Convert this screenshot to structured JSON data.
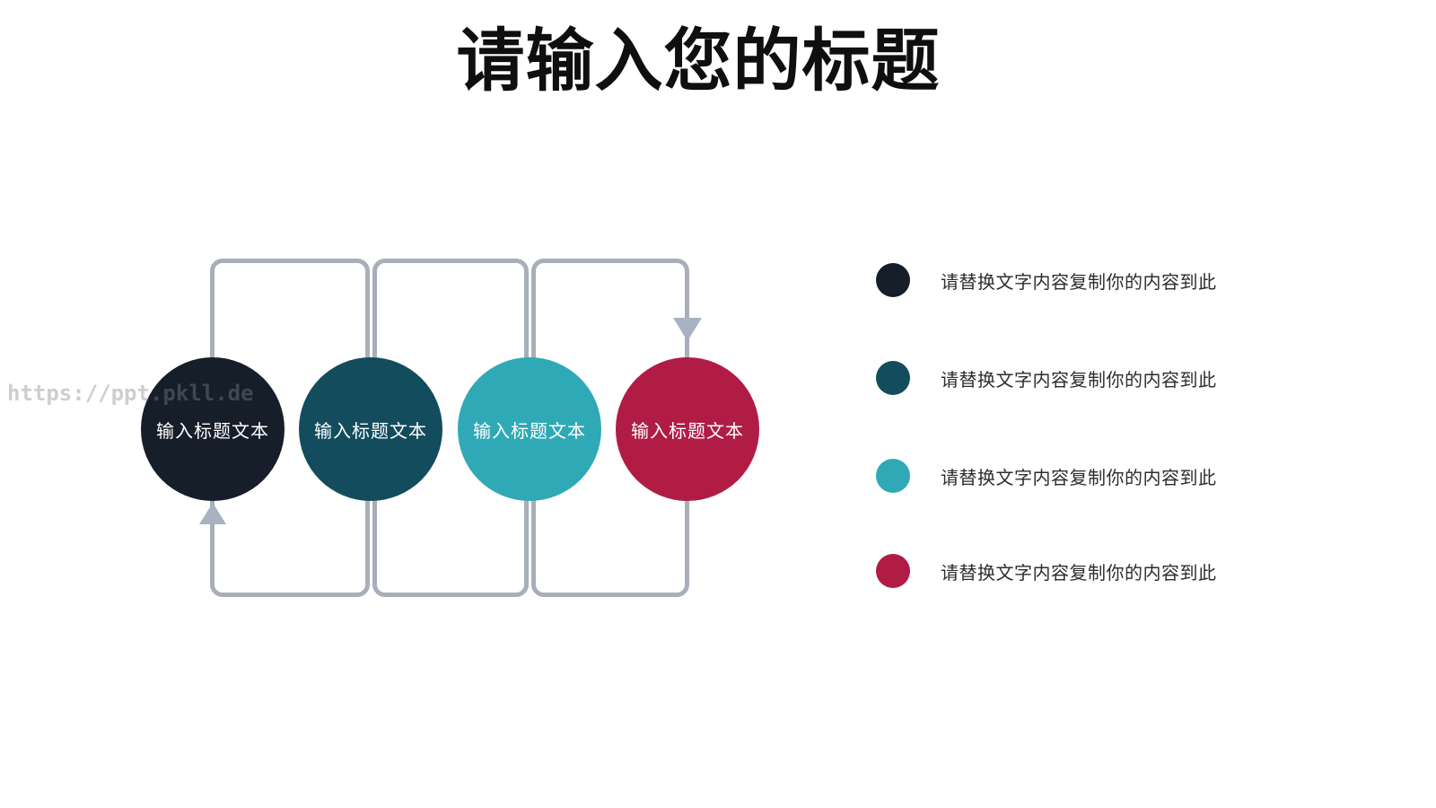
{
  "title": "请输入您的标题",
  "watermark": "https://ppt.pkll.de",
  "colors": {
    "step_dark_navy": "#161e2a",
    "step_dark_teal": "#134d5d",
    "step_teal": "#30a9b6",
    "step_crimson": "#b11c45",
    "connector_gray": "#a8afba",
    "title_color": "#0f0f0f",
    "legend_text_color": "#2d2d2d"
  },
  "steps": [
    {
      "label": "输入标题文本",
      "color": "#161e2a"
    },
    {
      "label": "输入标题文本",
      "color": "#134d5d"
    },
    {
      "label": "输入标题文本",
      "color": "#30a9b6"
    },
    {
      "label": "输入标题文本",
      "color": "#b11c45"
    }
  ],
  "legend": [
    {
      "text": "请替换文字内容复制你的内容到此",
      "color": "#161e2a"
    },
    {
      "text": "请替换文字内容复制你的内容到此",
      "color": "#134d5d"
    },
    {
      "text": "请替换文字内容复制你的内容到此",
      "color": "#30a9b6"
    },
    {
      "text": "请替换文字内容复制你的内容到此",
      "color": "#b11c45"
    }
  ]
}
